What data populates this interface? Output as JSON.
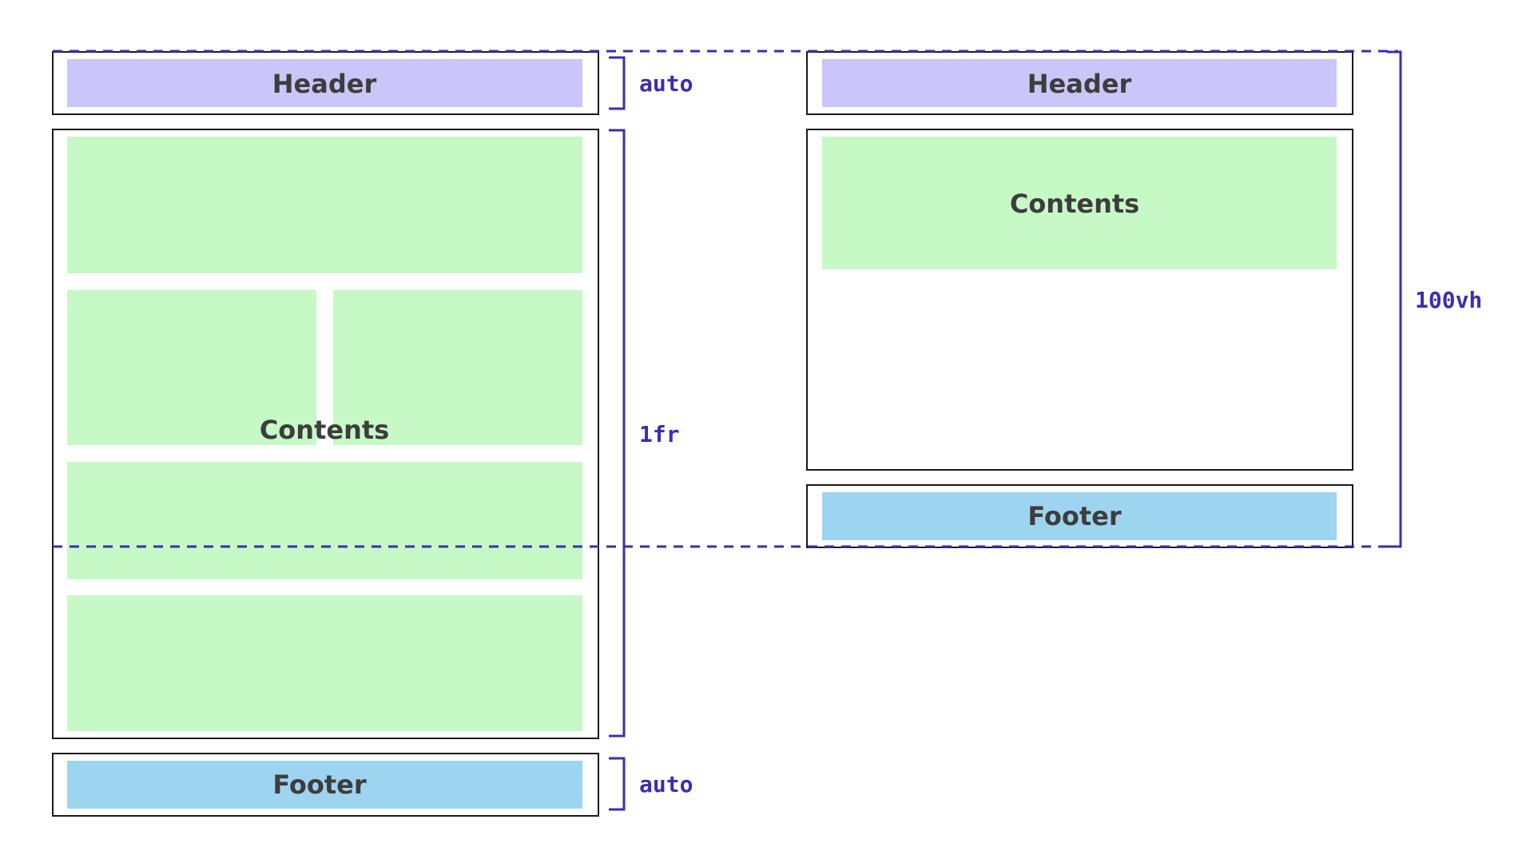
{
  "colors": {
    "header": "#cbc6f9",
    "contents": "#c6f9c6",
    "footer": "#9dd4ef",
    "accent": "#3a2db5",
    "outline": "#1a1a1a",
    "text": "#3d3d3d"
  },
  "left_layout": {
    "header_label": "Header",
    "contents_label": "Contents",
    "footer_label": "Footer",
    "row_sizes": {
      "header": "auto",
      "contents": "1fr",
      "footer": "auto"
    }
  },
  "right_layout": {
    "header_label": "Header",
    "contents_label": "Contents",
    "footer_label": "Footer",
    "total_height": "100vh"
  }
}
